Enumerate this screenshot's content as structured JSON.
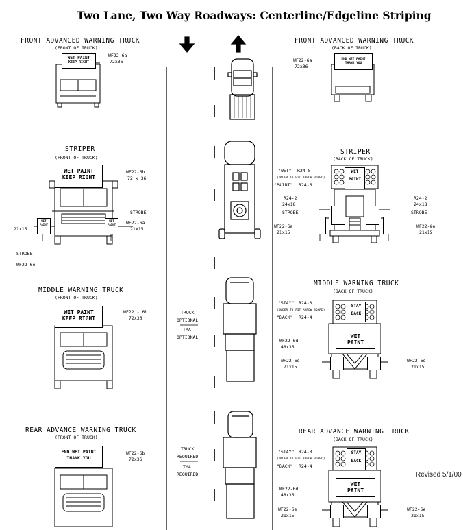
{
  "title": "Two Lane, Two Way Roadways: Centerline/Edgeline Striping",
  "revised": "Revised 5/1/00",
  "center": {
    "lane1_truck": "TRUCK",
    "lane1_optional1": "OPTIONAL",
    "lane1_tma": "TMA",
    "lane1_optional2": "OPTIONAL",
    "lane2_truck": "TRUCK",
    "lane2_required1": "REQUIRED",
    "lane2_tma": "TMA",
    "lane2_required2": "REQUIRED"
  },
  "left": {
    "front_title": "FRONT ADVANCED WARNING TRUCK",
    "front_sub": "(FRONT OF TRUCK)",
    "front_code": "WF22-6a",
    "front_size": "72x36",
    "front_sign1": "WET PAINT",
    "front_sign2": "KEEP RIGHT",
    "striper_title": "STRIPER",
    "striper_sub": "(FRONT OF TRUCK)",
    "striper_code": "WF22-6b",
    "striper_size": "72 x 36",
    "striper_sign1": "WET PAINT",
    "striper_sign2": "KEEP RIGHT",
    "striper_strobe": "STROBE",
    "striper_code2": "WF22-6a",
    "striper_size2": "21x15",
    "striper_size_left": "21x15",
    "striper_strobe2": "STROBE",
    "striper_code3": "WF22-6e",
    "small_sign_a1": "WET",
    "small_sign_a2": "PAINT",
    "small_sign_b1": "WET",
    "small_sign_b2": "PAINT",
    "middle_title": "MIDDLE WARNING TRUCK",
    "middle_sub": "(FRONT OF TRUCK)",
    "middle_code": "WF22 - 6b",
    "middle_size": "72x36",
    "middle_sign1": "WET PAINT",
    "middle_sign2": "KEEP RIGHT",
    "rear_title": "REAR ADVANCE WARNING TRUCK",
    "rear_sub": "(FRONT OF TRUCK)",
    "rear_code": "WF22-6b",
    "rear_size": "72x36",
    "rear_sign1": "END WET PAINT",
    "rear_sign2": "THANK YOU"
  },
  "right": {
    "front_title": "FRONT ADVANCED WARNING TRUCK",
    "front_sub": "(BACK OF TRUCK)",
    "front_code": "WF22-6a",
    "front_size": "72x36",
    "front_sign1": "END WET PAINT",
    "front_sign2": "THANK YOU",
    "striper_title": "STRIPER",
    "striper_sub": "(BACK OF TRUCK)",
    "wet_q": "\"WET\"",
    "wet_code": "R24-5",
    "order_note": "(ORDER TO FIT ARROW BOARD)",
    "paint_q": "\"PAINT\"",
    "paint_code": "R24-6",
    "r242_left": "R24-2",
    "r242_left_size": "24x18",
    "r242_right": "R24-2",
    "r242_right_size": "24x18",
    "strobe_left": "STROBE",
    "strobe_right": "STROBE",
    "wf6a_code": "WF22-6a",
    "wf6a_size": "21x15",
    "wf6e_code": "WF22-6e",
    "wf6e_size": "21x15",
    "arrow_wet": "WET",
    "arrow_paint": "PAINT",
    "middle_title": "MIDDLE WARNING TRUCK",
    "middle_sub": "(BACK OF TRUCK)",
    "stay_q": "\"STAY\"",
    "stay_code": "R24-3",
    "order_note2": "(ORDER TO FIT ARROW BOARD)",
    "back_q": "\"BACK\"",
    "back_code": "R24-4",
    "arrow_stay": "STAY",
    "arrow_back": "BACK",
    "wf6d_code": "WF22-6d",
    "wf6d_size": "48x36",
    "mid_wet": "WET",
    "mid_paint": "PAINT",
    "mid_code_l": "WF22-6e",
    "mid_size_l": "21x15",
    "mid_code_r": "WF22-6e",
    "mid_size_r": "21x15",
    "rear_title": "REAR ADVANCE WARNING TRUCK",
    "rear_sub": "(BACK OF TRUCK)",
    "stay_q2": "\"STAY\"",
    "stay_code2": "R24-3",
    "order_note3": "(ORDER TO FIT ARROW BOARD)",
    "back_q2": "\"BACK\"",
    "back_code2": "R24-4",
    "arrow_stay2": "STAY",
    "arrow_back2": "BACK",
    "wf6d_code2": "WF22-6d",
    "wf6d_size2": "48x36",
    "rear_wet": "WET",
    "rear_paint": "PAINT",
    "rear_code_l": "WF22-6e",
    "rear_size_l": "21x15",
    "rear_code_r": "WF22-6e",
    "rear_size_r": "21x15"
  }
}
